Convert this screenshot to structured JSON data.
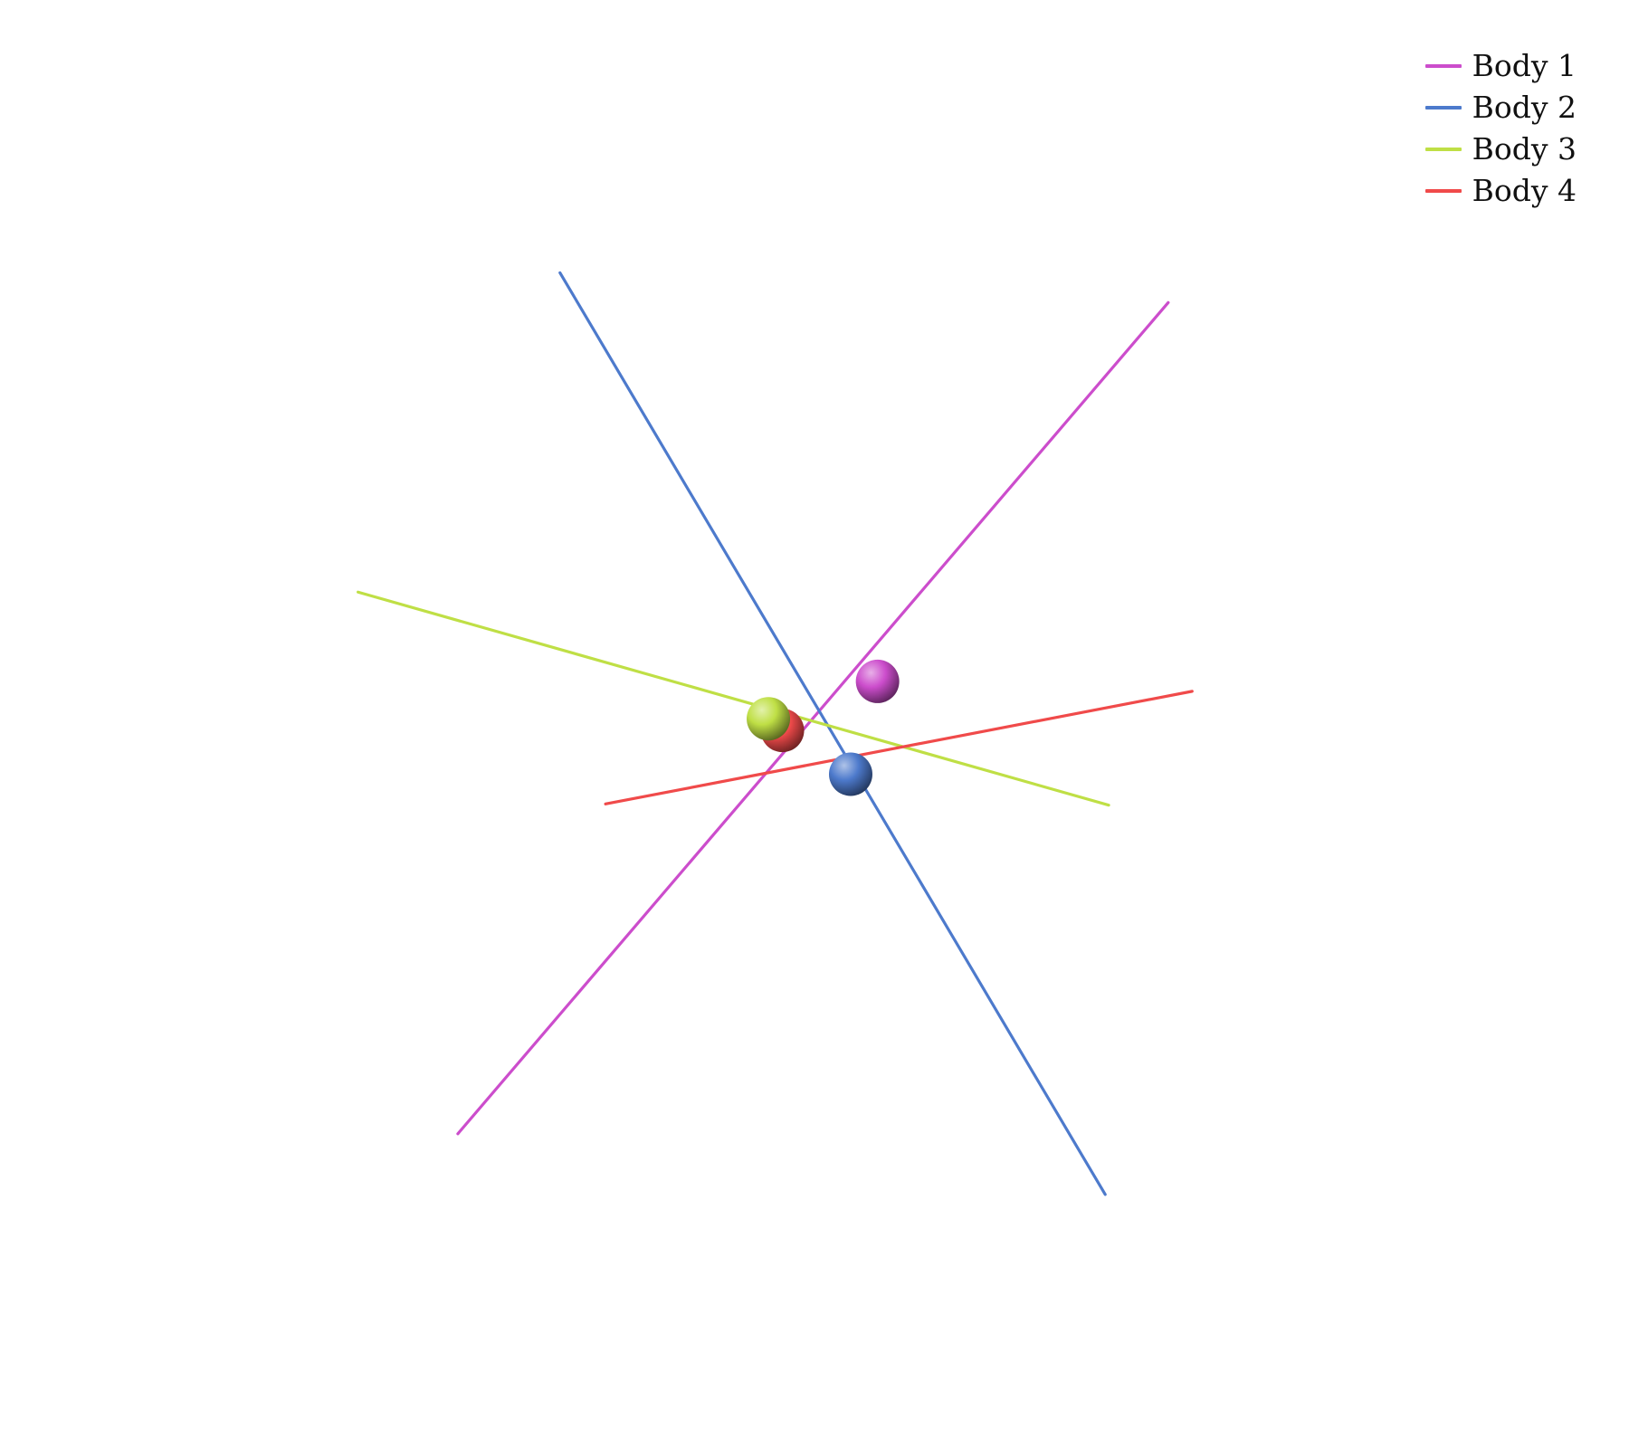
{
  "chart_data": {
    "type": "line",
    "title": "",
    "xlabel": "",
    "ylabel": "",
    "grid": false,
    "axes_visible": false,
    "legend_position": "top-right",
    "series": [
      {
        "name": "Body 1",
        "color": "#cc4dcc",
        "line": [
          [
            -6.11,
            -7.02
          ],
          [
            6.06,
            7.22
          ]
        ],
        "ball": [
          1.08,
          0.73
        ]
      },
      {
        "name": "Body 2",
        "color": "#4d7acc",
        "line": [
          [
            -4.36,
            7.73
          ],
          [
            4.98,
            -8.06
          ]
        ],
        "ball": [
          0.62,
          -0.86
        ]
      },
      {
        "name": "Body 3",
        "color": "#bfdf45",
        "line": [
          [
            -7.82,
            2.26
          ],
          [
            5.04,
            -1.39
          ]
        ],
        "ball": [
          -0.79,
          0.09
        ]
      },
      {
        "name": "Body 4",
        "color": "#f04a4a",
        "line": [
          [
            -3.58,
            -1.37
          ],
          [
            6.47,
            0.56
          ]
        ],
        "ball": [
          -0.55,
          -0.11
        ]
      }
    ],
    "xlim": [
      -10,
      10
    ],
    "ylim": [
      -10,
      10
    ]
  }
}
